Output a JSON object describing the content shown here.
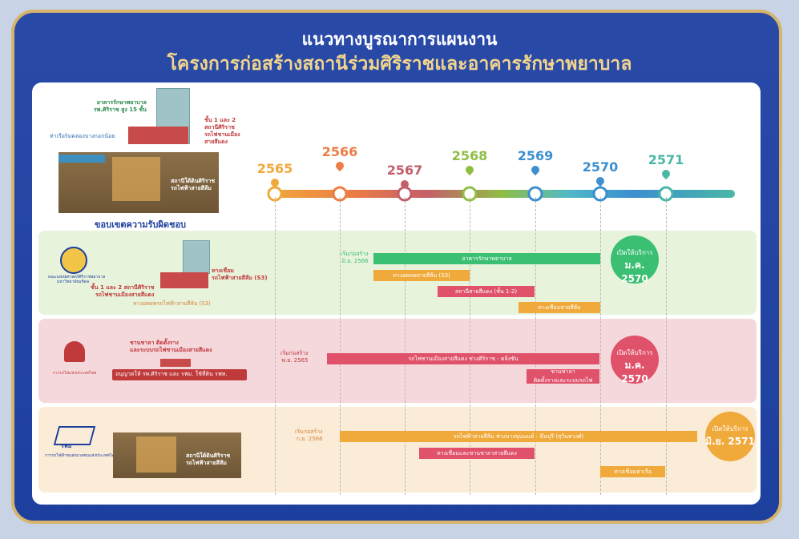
{
  "title": {
    "line1": "แนวทางบูรณาการแผนงาน",
    "line2": "โครงการก่อสร้างสถานีร่วมศิริราชและอาคารรักษาพยาบาล"
  },
  "top_illustration": {
    "hospital_label": "อาคารรักษาพยาบาล\nรพ.ศิริราช สูง 15 ชั้น",
    "pier_label": "ท่าเรือริมคลองบางกอกน้อย",
    "floors_label": "ชั้น 1 และ 2\nสถานีศิริราช\nรถไฟชานเมือง\nสายสีแดง",
    "underground_label": "สถานีใต้ดินศิริราช\nรถไฟฟ้าสายสีส้ม",
    "scope_label": "ขอบเขตความรับผิดชอบ"
  },
  "timeline": {
    "years": [
      {
        "label": "2565",
        "color": "#f0a93b"
      },
      {
        "label": "2566",
        "color": "#ec7d44"
      },
      {
        "label": "2567",
        "color": "#c45f6a"
      },
      {
        "label": "2568",
        "color": "#8fbe44"
      },
      {
        "label": "2569",
        "color": "#3c8fd0"
      },
      {
        "label": "2570",
        "color": "#3c8fd0"
      },
      {
        "label": "2571",
        "color": "#49b7a6"
      }
    ]
  },
  "row_siriraj": {
    "org_name": "คณะแพทยศาสตร์ศิริราชพยาบาล\nมหาวิทยาลัยมหิดล",
    "label_connect": "ทางเชื่อม\nรถไฟฟ้าสายสีส้ม (S3)",
    "label_floors": "ชั้น 1 และ 2 สถานีศิริราช\nรถไฟชานเมืองสายสีแดง",
    "label_tunnel": "ทางอพยพรถไฟฟ้าสายสีส้ม (S3)",
    "start_label": "เริ่มก่อสร้าง\nมิ.ย. 2566",
    "bars": [
      {
        "label": "อาคารรักษาพยาบาล",
        "color": "#3bbf72"
      },
      {
        "label": "ทางอพยพสายสีส้ม (S3)",
        "color": "#f0a93b"
      },
      {
        "label": "สถานีสายสีแดง (ชั้น 1-2)",
        "color": "#e0516a"
      },
      {
        "label": "ทางเชื่อมสายสีส้ม",
        "color": "#f0a93b"
      }
    ],
    "open_label": "เปิดให้บริการ",
    "open_date": "ม.ค. 2570",
    "open_color": "#3bbf72"
  },
  "row_srt": {
    "org_name": "การรถไฟแห่งประเทศไทย",
    "label_platform": "ชานชาลา ติดตั้งราง\nและระบบรถไฟชานเมืองสายสีแดง",
    "label_approval": "อนุญาตให้ รพ.ศิริราช และ รฟม. ใช้ที่ดิน รฟท.",
    "start_label": "เริ่มก่อสร้าง\nพ.ย. 2565",
    "bars": [
      {
        "label": "รถไฟชานเมืองสายสีแดง ช่วงศิริราช - ตลิ่งชัน",
        "color": "#e0516a"
      },
      {
        "label": "ชานชาลา\nติดตั้งรางและระบบรถไฟ",
        "color": "#e0516a"
      }
    ],
    "open_label": "เปิดให้บริการ",
    "open_date": "ม.ค. 2570",
    "open_color": "#e0516a"
  },
  "row_mrta": {
    "org_name": "การรถไฟฟ้าขนส่งมวลชนแห่งประเทศไทย",
    "logo_text": "รฟม",
    "label_underground": "สถานีใต้ดินศิริราช\nรถไฟฟ้าสายสีส้ม",
    "start_label": "เริ่มก่อสร้าง\nก.ย. 2566",
    "bars": [
      {
        "label": "รถไฟฟ้าสายสีส้ม ช่วงบางขุนนนท์ - มีนบุรี (สุวินทวงศ์)",
        "color": "#f0a93b"
      },
      {
        "label": "ทางเชื่อมและชานชาลาสายสีแดง",
        "color": "#e0516a"
      },
      {
        "label": "ทางเชื่อมท่าเรือ",
        "color": "#f0a93b"
      }
    ],
    "open_label": "เปิดให้บริการ",
    "open_date": "มิ.ย. 2571",
    "open_color": "#f0a93b"
  }
}
